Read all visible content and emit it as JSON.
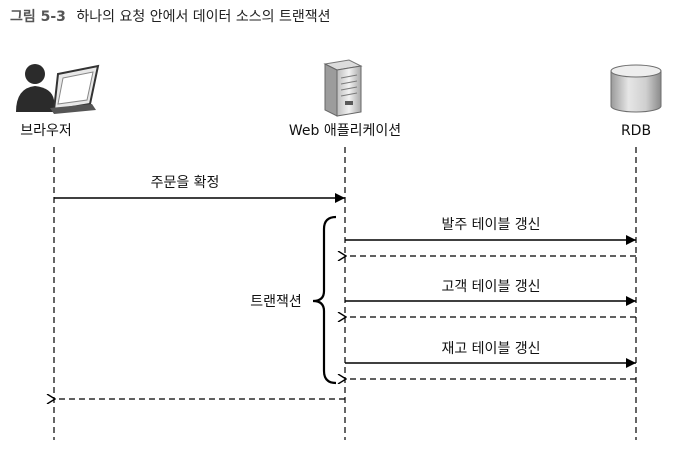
{
  "caption": {
    "number": "그림 5-3",
    "title": "하나의 요청 안에서 데이터 소스의 트랜잭션"
  },
  "actors": {
    "browser": "브라우저",
    "web_app": "Web 애플리케이션",
    "rdb": "RDB"
  },
  "messages": {
    "confirm_order": "주문을 확정",
    "update_order_table": "발주 테이블 갱신",
    "update_customer_table": "고객 테이블 갱신",
    "update_stock_table": "재고 테이블 갱신"
  },
  "transaction_label": "트랜잭션",
  "icons": {
    "browser": "person-laptop-icon",
    "web_app": "server-tower-icon",
    "rdb": "database-cylinder-icon"
  }
}
